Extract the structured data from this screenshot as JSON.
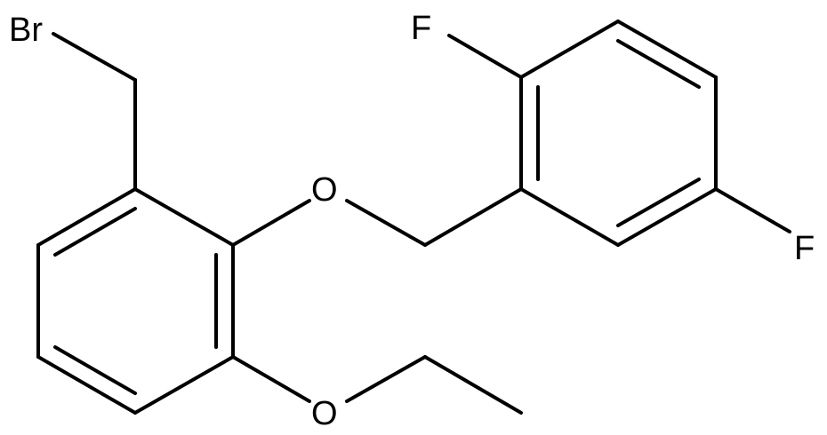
{
  "atoms": {
    "br": "Br",
    "o_ether": "O",
    "o_ethoxy": "O",
    "f_ortho": "F",
    "f_meta": "F"
  },
  "colors": {
    "bond": "#000000",
    "text": "#000000",
    "background": "#ffffff"
  }
}
